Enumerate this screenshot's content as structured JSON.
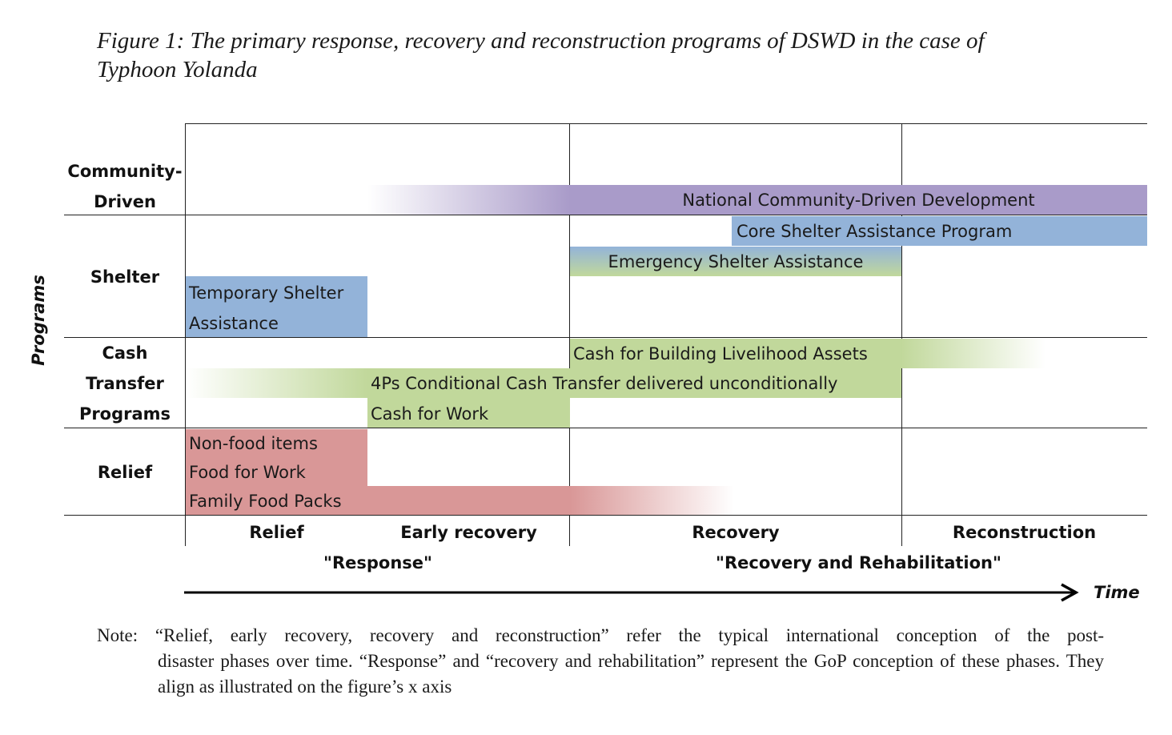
{
  "caption": {
    "line1": "Figure 1: The primary response, recovery and reconstruction programs of DSWD in the case of",
    "line2": "Typhoon Yolanda"
  },
  "y_axis_label": "Programs",
  "x_axis_label": "Time",
  "categories": {
    "community_line1": "Community-",
    "community_line2": "Driven",
    "shelter": "Shelter",
    "cash_line1": "Cash",
    "cash_line2": "Transfer",
    "cash_line3": "Programs",
    "relief": "Relief"
  },
  "programs": {
    "ncdd": "National Community-Driven Development",
    "core_shelter": "Core Shelter Assistance Program",
    "emergency_shelter": "Emergency Shelter Assistance",
    "temp_shelter_line1": "Temporary Shelter",
    "temp_shelter_line2": "Assistance",
    "cash_livelihood": "Cash for Building Livelihood Assets",
    "fourps": "4Ps Conditional Cash Transfer delivered unconditionally",
    "cash_for_work": "Cash for Work",
    "non_food": "Non-food items",
    "food_for_work": "Food for Work",
    "family_food": "Family Food Packs"
  },
  "phases": {
    "relief": "Relief",
    "early_recovery": "Early recovery",
    "recovery": "Recovery",
    "reconstruction": "Reconstruction"
  },
  "gop_phases": {
    "response": "\"Response\"",
    "recovery_rehab": "\"Recovery and Rehabilitation\""
  },
  "note": {
    "first": "Note: “Relief, early recovery, recovery and reconstruction” refer the typical international conception of the post-",
    "rest": "disaster phases over time. “Response” and “recovery and rehabilitation” represent the GoP conception of these phases. They align as illustrated on the figure’s x axis"
  },
  "colors": {
    "community": "#a99bc9",
    "shelter_blue": "#93b3d9",
    "cash_green": "#c1d89b",
    "relief_red": "#d99797"
  }
}
